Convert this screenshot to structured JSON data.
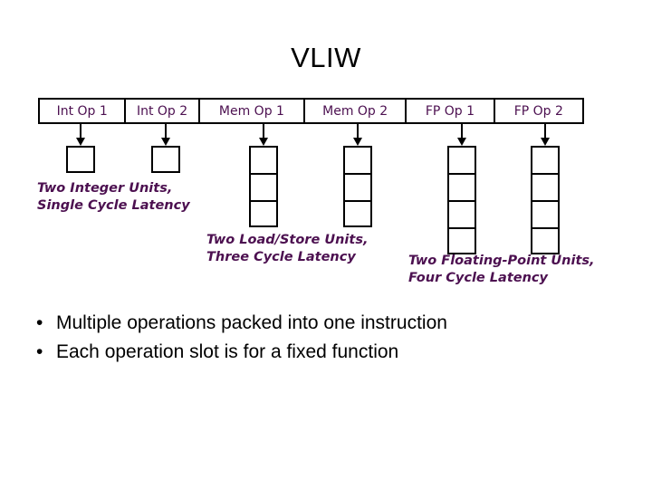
{
  "slide": {
    "title": "VLIW",
    "title_color": "#000000",
    "accent_color": "#4c1050",
    "line_color": "#000000",
    "background": "#ffffff"
  },
  "instruction_word": {
    "name": "VLIW instruction word",
    "slots": [
      {
        "label": "Int Op 1",
        "unit": "integer",
        "pipeline_stages": 1
      },
      {
        "label": "Int Op 2",
        "unit": "integer",
        "pipeline_stages": 1
      },
      {
        "label": "Mem Op 1",
        "unit": "load-store",
        "pipeline_stages": 3
      },
      {
        "label": "Mem Op 2",
        "unit": "load-store",
        "pipeline_stages": 3
      },
      {
        "label": "FP Op 1",
        "unit": "floating-point",
        "pipeline_stages": 4
      },
      {
        "label": "FP Op 2",
        "unit": "floating-point",
        "pipeline_stages": 4
      }
    ]
  },
  "annotations": [
    {
      "id": "integer-units",
      "text": "Two Integer Units,\nSingle Cycle Latency"
    },
    {
      "id": "loadstore-units",
      "text": "Two Load/Store Units,\nThree Cycle Latency"
    },
    {
      "id": "fp-units",
      "text": "Two Floating-Point Units,\nFour Cycle Latency"
    }
  ],
  "bullets": {
    "marker": "•",
    "items": [
      "Multiple operations packed into one instruction",
      "Each operation slot is for a fixed function"
    ]
  }
}
